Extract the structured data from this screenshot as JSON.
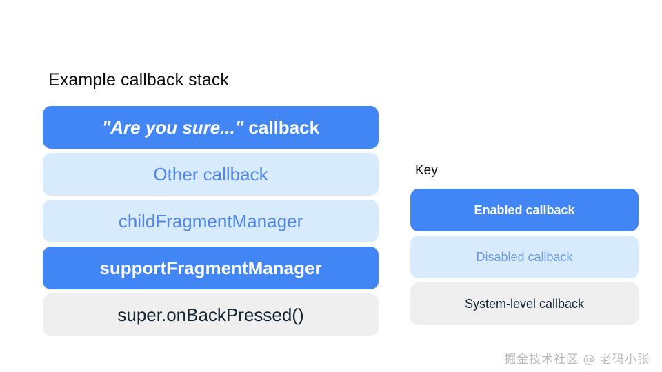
{
  "slide": {
    "background_color": "#FFFFFF"
  },
  "colors": {
    "enabled_fill": "#4285F4",
    "enabled_text": "#FFFFFF",
    "disabled_fill": "#D8EBFD",
    "disabled_text": "#4F86E8",
    "system_fill": "#EFEFEF",
    "system_text": "#14252F",
    "heading_text": "#0D0D0D"
  },
  "stack": {
    "title": "Example callback stack",
    "rows": [
      {
        "quoted": "\"Are you sure...\"",
        "label": " callback",
        "type": "enabled"
      },
      {
        "quoted": "",
        "label": "Other callback",
        "type": "disabled"
      },
      {
        "quoted": "",
        "label": "childFragmentManager",
        "type": "disabled"
      },
      {
        "quoted": "",
        "label": "supportFragmentManager",
        "type": "enabled"
      },
      {
        "quoted": "",
        "label": "super.onBackPressed()",
        "type": "system"
      }
    ]
  },
  "key": {
    "title": "Key",
    "items": [
      {
        "label": "Enabled callback",
        "type": "enabled"
      },
      {
        "label": "Disabled callback",
        "type": "disabled"
      },
      {
        "label": "System-level callback",
        "type": "system"
      }
    ]
  },
  "watermark": {
    "text": "掘金技术社区 @ 老码小张"
  }
}
